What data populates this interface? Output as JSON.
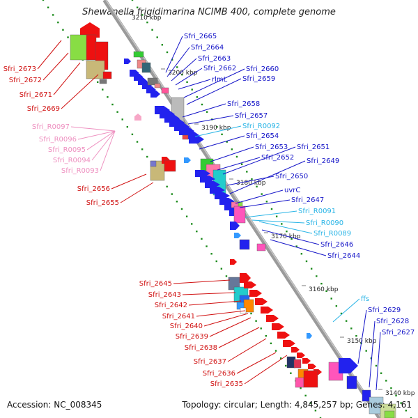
{
  "title": "Shewanella frigidimarina NCIMB 400, complete genome",
  "footer": {
    "accession": "Accession: NC_008345",
    "summary": "Topology: circular; Length: 4,845,257 bp; Genes: 4,161"
  },
  "colors": {
    "backbone": "#8a8a8a",
    "forward_label": "#1414c8",
    "reverse_label": "#d01010",
    "rna_label": "#28b4e6",
    "pseudo_label": "#ee90c0",
    "tick_dots": "#1a8a1a"
  },
  "scale": [
    {
      "label": "3210 kbp"
    },
    {
      "label": "3200 kbp"
    },
    {
      "label": "3190 kbp"
    },
    {
      "label": "3180 kbp"
    },
    {
      "label": "3170 kbp"
    },
    {
      "label": "3160 kbp"
    },
    {
      "label": "3150 kbp"
    },
    {
      "label": "3140 kbp"
    }
  ],
  "labels": {
    "left_red_top": [
      "Sfri_2673",
      "Sfri_2672",
      "Sfri_2671",
      "Sfri_2669"
    ],
    "left_pink": [
      "Sfri_R0097",
      "Sfri_R0096",
      "Sfri_R0095",
      "Sfri_R0094",
      "Sfri_R0093"
    ],
    "left_red_mid": [
      "Sfri_2656",
      "Sfri_2655"
    ],
    "left_red_bottom": [
      "Sfri_2645",
      "Sfri_2643",
      "Sfri_2642",
      "Sfri_2641",
      "Sfri_2640",
      "Sfri_2639",
      "Sfri_2638",
      "Sfri_2637",
      "Sfri_2636",
      "Sfri_2635"
    ],
    "right_blue": [
      "Sfri_2665",
      "Sfri_2664",
      "Sfri_2663",
      "Sfri_2662",
      "rlmL",
      "Sfri_2660",
      "Sfri_2659",
      "Sfri_2658",
      "Sfri_2657",
      "Sfri_R0092",
      "Sfri_2654",
      "Sfri_2653",
      "Sfri_2652",
      "Sfri_2651",
      "Sfri_2650",
      "Sfri_2649",
      "uvrC",
      "Sfri_2647",
      "Sfri_R0091",
      "Sfri_R0090",
      "Sfri_R0089",
      "Sfri_2646",
      "Sfri_2644",
      "ffs",
      "Sfri_2629",
      "Sfri_2628",
      "Sfri_2627"
    ]
  }
}
